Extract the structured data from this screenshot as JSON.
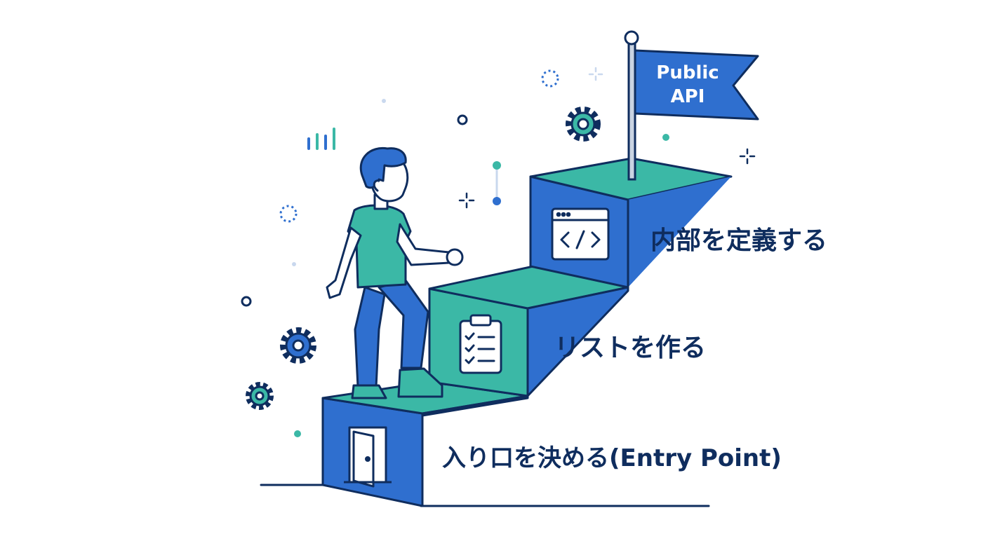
{
  "flag": {
    "line1": "Public",
    "line2": "API"
  },
  "steps": [
    {
      "label": "入り口を決める(Entry Point)",
      "icon": "door-icon"
    },
    {
      "label": "リストを作る",
      "icon": "clipboard-checklist-icon"
    },
    {
      "label": "内部を定義する",
      "icon": "code-window-icon"
    }
  ],
  "colors": {
    "navy": "#0f2d5e",
    "blue": "#2f6fcf",
    "teal": "#3bb8a6",
    "white": "#ffffff"
  }
}
